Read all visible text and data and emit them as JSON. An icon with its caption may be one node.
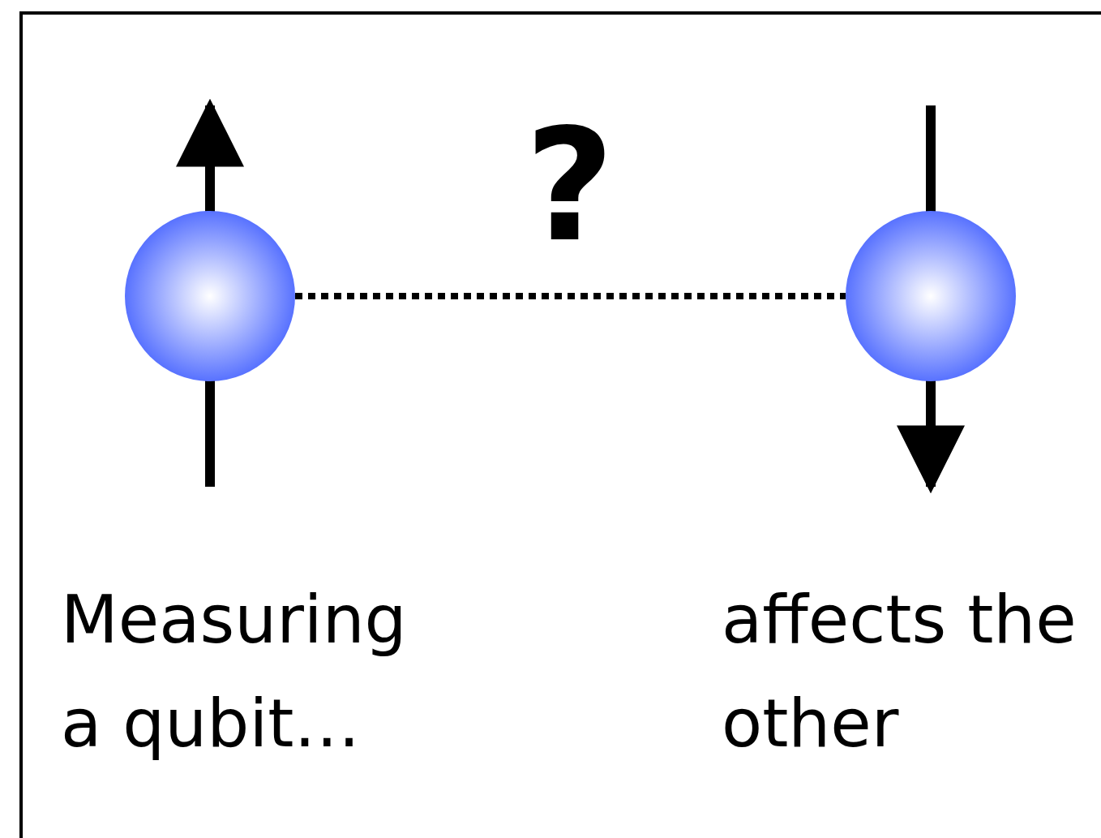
{
  "diagram": {
    "nodes": [
      {
        "text": [],
        "shape": "circle",
        "beside": [
          "Measuring a qubit…"
        ]
      },
      {
        "text": [],
        "shape": "circle",
        "beside": [
          "affects the other"
        ]
      }
    ],
    "edges": [
      {
        "from": 0,
        "to": 1,
        "arrow": "none",
        "style": "dashed",
        "label": "?"
      }
    ]
  }
}
